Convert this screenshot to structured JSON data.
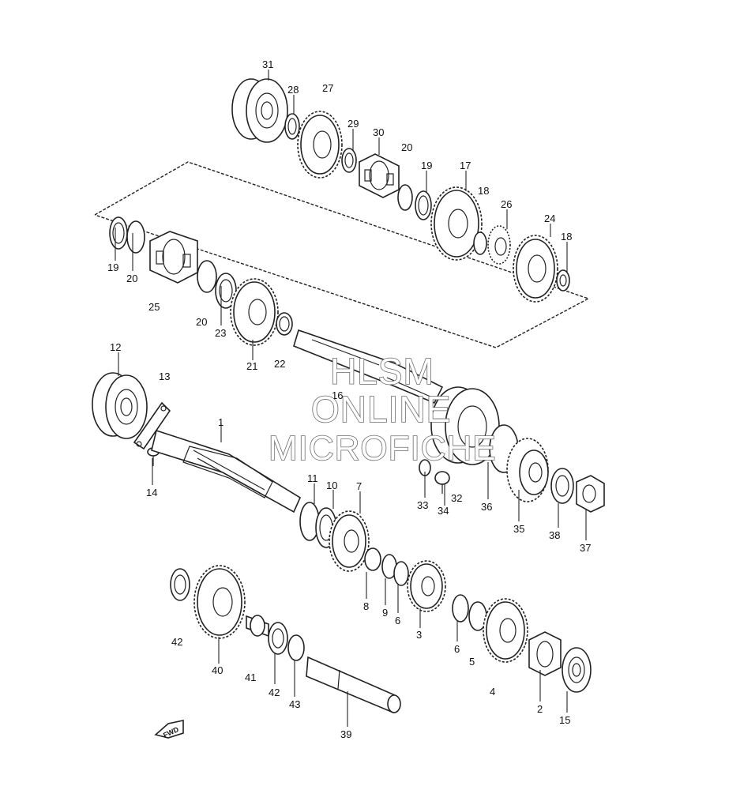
{
  "watermark": {
    "line1": "HLSM",
    "line2": "ONLINE",
    "line3": "MICROFICHE"
  },
  "direction_badge": "FWD",
  "part_labels": [
    {
      "id": "p31",
      "text": "31"
    },
    {
      "id": "p28",
      "text": "28"
    },
    {
      "id": "p27",
      "text": "27"
    },
    {
      "id": "p29",
      "text": "29"
    },
    {
      "id": "p30",
      "text": "30"
    },
    {
      "id": "p20a",
      "text": "20"
    },
    {
      "id": "p19a",
      "text": "19"
    },
    {
      "id": "p17",
      "text": "17"
    },
    {
      "id": "p18a",
      "text": "18"
    },
    {
      "id": "p26",
      "text": "26"
    },
    {
      "id": "p24",
      "text": "24"
    },
    {
      "id": "p18b",
      "text": "18"
    },
    {
      "id": "p19b",
      "text": "19"
    },
    {
      "id": "p20b",
      "text": "20"
    },
    {
      "id": "p25",
      "text": "25"
    },
    {
      "id": "p20c",
      "text": "20"
    },
    {
      "id": "p23",
      "text": "23"
    },
    {
      "id": "p21",
      "text": "21"
    },
    {
      "id": "p22",
      "text": "22"
    },
    {
      "id": "p16",
      "text": "16"
    },
    {
      "id": "p12",
      "text": "12"
    },
    {
      "id": "p13",
      "text": "13"
    },
    {
      "id": "p1",
      "text": "1"
    },
    {
      "id": "p14",
      "text": "14"
    },
    {
      "id": "p11",
      "text": "11"
    },
    {
      "id": "p10",
      "text": "10"
    },
    {
      "id": "p7",
      "text": "7"
    },
    {
      "id": "p33",
      "text": "33"
    },
    {
      "id": "p32",
      "text": "32"
    },
    {
      "id": "p34",
      "text": "34"
    },
    {
      "id": "p36",
      "text": "36"
    },
    {
      "id": "p35",
      "text": "35"
    },
    {
      "id": "p38",
      "text": "38"
    },
    {
      "id": "p37",
      "text": "37"
    },
    {
      "id": "p8",
      "text": "8"
    },
    {
      "id": "p9",
      "text": "9"
    },
    {
      "id": "p6a",
      "text": "6"
    },
    {
      "id": "p3",
      "text": "3"
    },
    {
      "id": "p6b",
      "text": "6"
    },
    {
      "id": "p5",
      "text": "5"
    },
    {
      "id": "p4",
      "text": "4"
    },
    {
      "id": "p2",
      "text": "2"
    },
    {
      "id": "p15",
      "text": "15"
    },
    {
      "id": "p42a",
      "text": "42"
    },
    {
      "id": "p40",
      "text": "40"
    },
    {
      "id": "p41",
      "text": "41"
    },
    {
      "id": "p42b",
      "text": "42"
    },
    {
      "id": "p43",
      "text": "43"
    },
    {
      "id": "p39",
      "text": "39"
    }
  ]
}
